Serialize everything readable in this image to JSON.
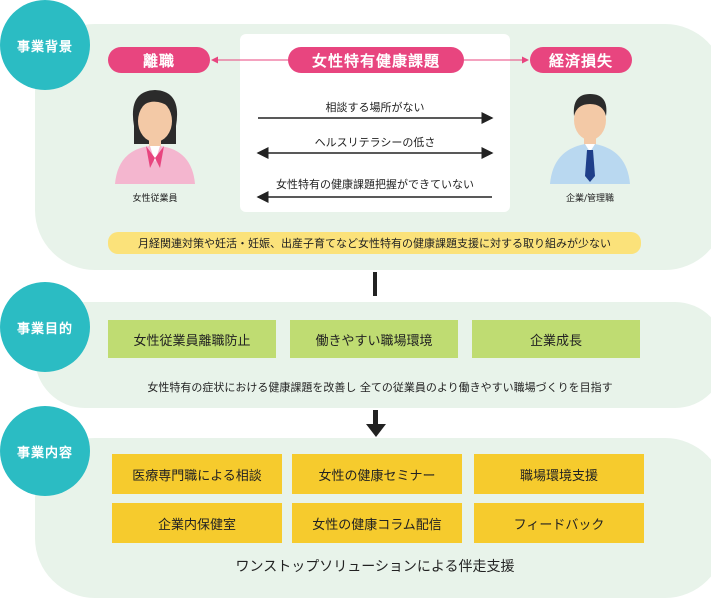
{
  "background": {
    "label": "事業背景",
    "left_pill": "離職",
    "center_pill": "女性特有健康課題",
    "right_pill": "経済損失",
    "arrows": [
      "相談する場所がない",
      "ヘルスリテラシーの低さ",
      "女性特有の健康課題把握ができていない"
    ],
    "left_person": "女性従業員",
    "right_person": "企業/管理職",
    "note": "月経関連対策や妊活・妊娠、出産子育てなど女性特有の健康課題支援に対する取り組みが少ない"
  },
  "purpose": {
    "label": "事業目的",
    "boxes": [
      "女性従業員離職防止",
      "働きやすい職場環境",
      "企業成長"
    ],
    "text": "女性特有の症状における健康課題を改善し 全ての従業員のより働きやすい職場づくりを目指す"
  },
  "content": {
    "label": "事業内容",
    "row1": [
      "医療専門職による相談",
      "女性の健康セミナー",
      "職場環境支援"
    ],
    "row2": [
      "企業内保健室",
      "女性の健康コラム配信",
      "フィードバック"
    ],
    "footer": "ワンストップソリューションによる伴走支援"
  },
  "colors": {
    "panel": "#e8f3ea",
    "circle": "#2bbcc3",
    "pink": "#e8457f",
    "yellow_note": "#fbe27a",
    "green_box": "#bfdc72",
    "yellow_box": "#f6cb2d"
  }
}
